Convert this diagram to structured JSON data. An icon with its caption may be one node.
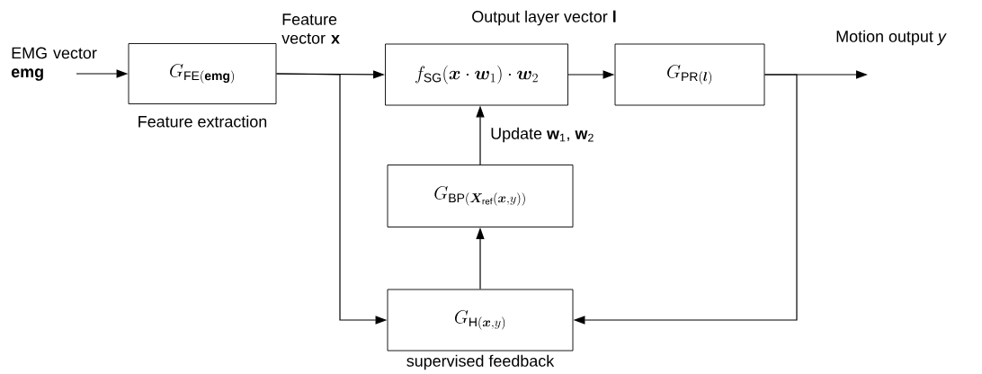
{
  "diagram": {
    "nodes": [
      {
        "text": [
          "EMG vector **emg**"
        ]
      },
      {
        "text": [
          "G_{\\mathrm{FE}(\\mathbf{emg})}"
        ],
        "beside": [
          "Feature extraction"
        ]
      },
      {
        "text": [
          "f_{\\mathrm{SG}}(\\bm{x}\\cdot\\bm{w}_1)\\cdot\\bm{w}_2"
        ]
      },
      {
        "text": [
          "G_{\\mathrm{PR}(\\bm{l})}"
        ]
      },
      {
        "text": [
          "G_{\\mathrm{BP}(\\bm{X}_{\\mathrm{ref}}(\\bm{x},y))}"
        ]
      },
      {
        "text": [
          "G_{\\mathrm{H}(\\bm{x},y)}"
        ],
        "beside": [
          "supervised feedback"
        ]
      }
    ],
    "edges": [
      {
        "from": 0,
        "to": 1,
        "arrow": "to"
      },
      {
        "from": 1,
        "to": 2,
        "arrow": "to",
        "label": "Feature vector **x**"
      },
      {
        "from": 2,
        "to": 3,
        "arrow": "to",
        "label": "Output layer vector **l**"
      },
      {
        "from": 3,
        "to": null,
        "arrow": "to",
        "label": "Motion output *y*"
      },
      {
        "from": 4,
        "to": 2,
        "arrow": "to",
        "label": "Update **w**$_{1}$, **w**$_{2}$"
      },
      {
        "from": 1,
        "to": 5,
        "arrow": "to"
      },
      {
        "from": 3,
        "to": 5,
        "arrow": "to"
      },
      {
        "from": 5,
        "to": 4,
        "arrow": "to"
      }
    ]
  }
}
